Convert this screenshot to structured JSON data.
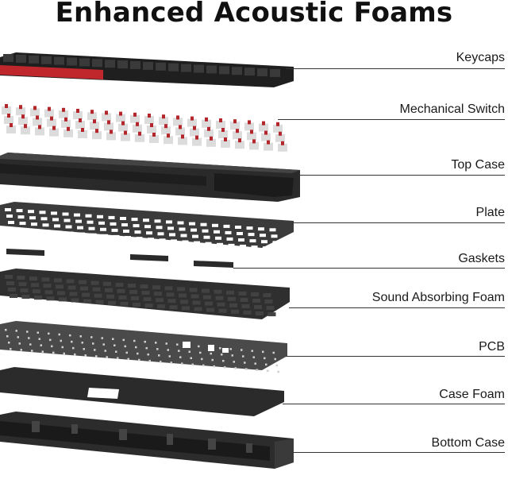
{
  "title": "Enhanced Acoustic Foams",
  "layers": [
    {
      "label": "Keycaps"
    },
    {
      "label": "Mechanical Switch"
    },
    {
      "label": "Top Case"
    },
    {
      "label": "Plate"
    },
    {
      "label": "Gaskets"
    },
    {
      "label": "Sound Absorbing Foam"
    },
    {
      "label": "PCB"
    },
    {
      "label": "Case Foam"
    },
    {
      "label": "Bottom Case"
    }
  ],
  "colors": {
    "keycap": "#2b2b2b",
    "accent_keycap": "#c0272d",
    "switch_stem": "#b3262b",
    "switch_housing": "#d9d9d9",
    "case": "#262626",
    "plate": "#3a3a3a",
    "foam": "#2e2e2e",
    "pcb": "#4a4a4a",
    "leader_line": "#333333"
  }
}
